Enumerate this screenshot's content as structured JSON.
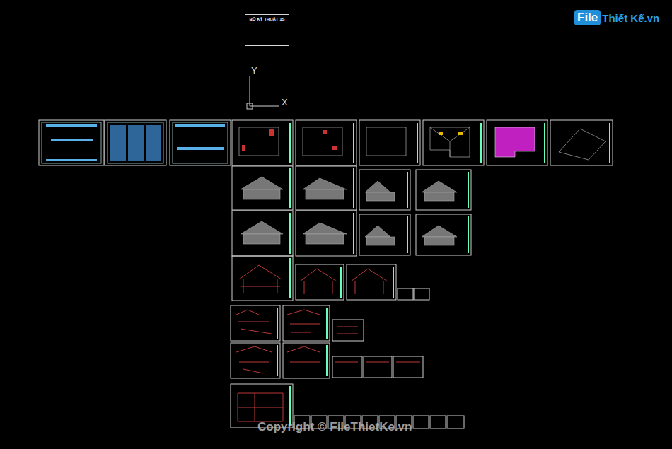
{
  "diagram": {
    "nodes": [
      {
        "text": [
          "BỘ KỸ THUẬT 1S"
        ]
      }
    ],
    "labels": [
      "File",
      "Thiết Kế.vn",
      "Y",
      "X",
      "Copyright © FileThietKe.vn"
    ]
  }
}
